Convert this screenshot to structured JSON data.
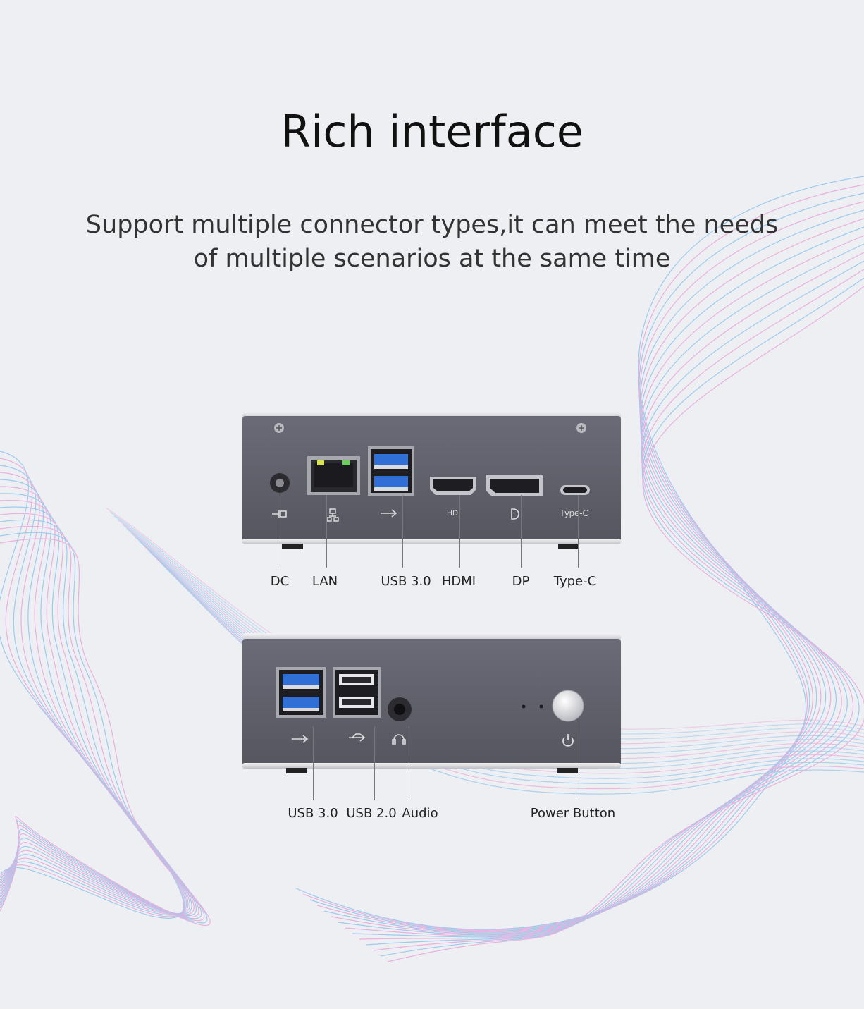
{
  "header": {
    "title": "Rich interface",
    "subtitle_line1": "Support multiple connector types,it can meet the needs",
    "subtitle_line2": "of multiple scenarios at the same time"
  },
  "rear_panel": {
    "labels": [
      "DC",
      "LAN",
      "USB 3.0",
      "HDMI",
      "DP",
      "Type-C"
    ],
    "printed_marks": {
      "hdmi": "HD",
      "typec": "Type-C"
    }
  },
  "front_panel": {
    "labels": [
      "USB 3.0",
      "USB 2.0",
      "Audio",
      "Power Button"
    ]
  },
  "colors": {
    "background": "#eeeff3",
    "device_body": "#5f606c",
    "usb3_blue": "#2f6fd6",
    "wave_pink": "#e7a6d8",
    "wave_blue": "#8fc4ec"
  }
}
